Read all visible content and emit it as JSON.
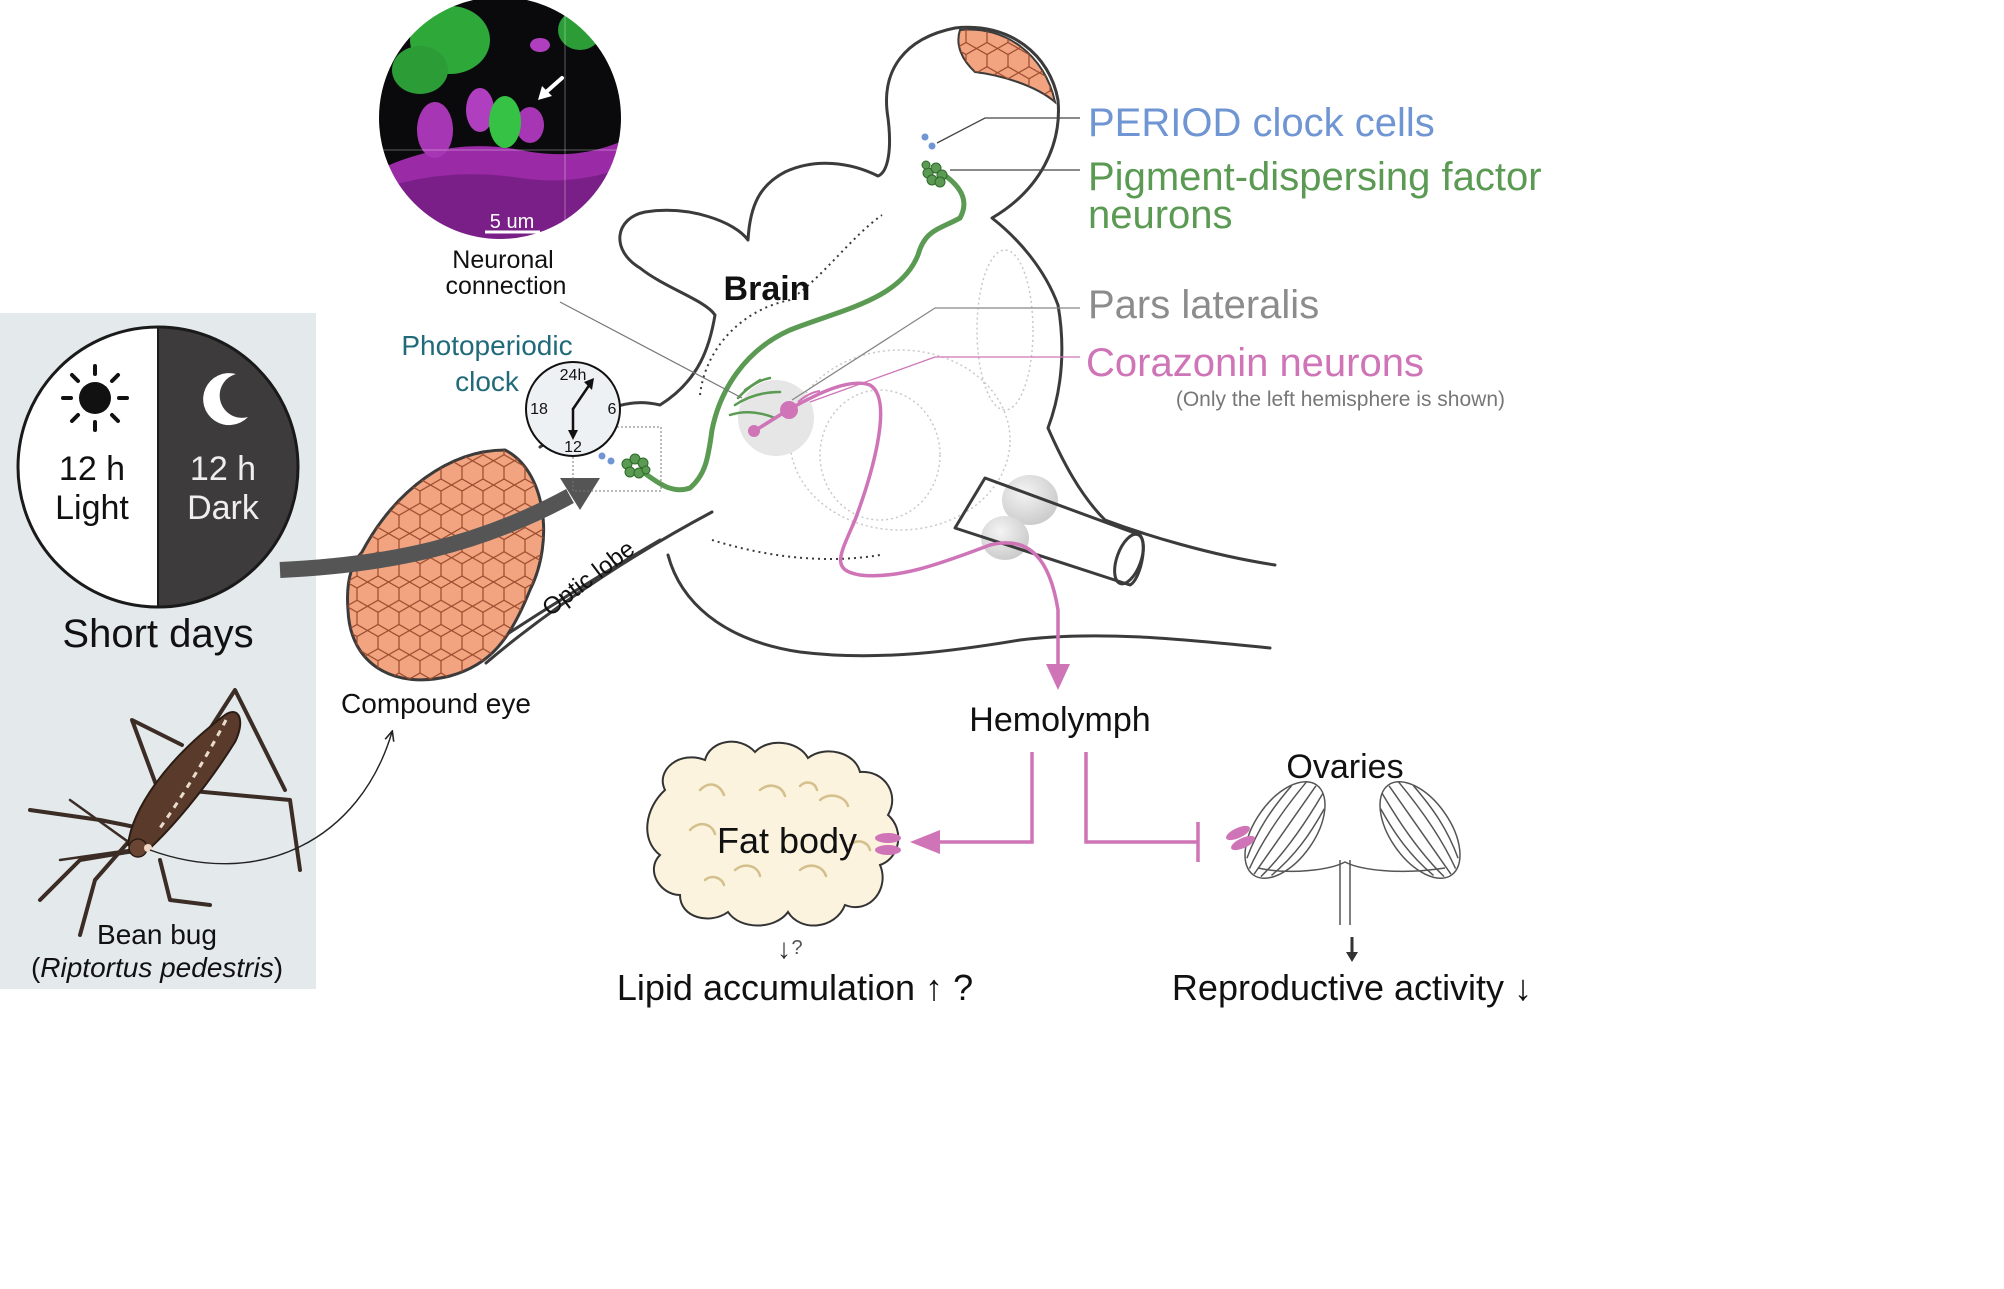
{
  "panel": {
    "light_hours": "12 h",
    "light_word": "Light",
    "dark_hours": "12 h",
    "dark_word": "Dark",
    "title": "Short days"
  },
  "bug": {
    "name": "Bean bug",
    "species_open": "(",
    "species": "Riptortus pedestris",
    "species_close": ")"
  },
  "micrograph": {
    "scale_label": "5 um",
    "caption_line1": "Neuronal",
    "caption_line2": "connection"
  },
  "clock": {
    "label_line1": "Photoperiodic",
    "label_line2": "clock",
    "tick_24": "24h",
    "tick_6": "6",
    "tick_12": "12",
    "tick_18": "18"
  },
  "brain": {
    "label": "Brain",
    "optic_lobe": "Optic lobe",
    "compound_eye": "Compound eye"
  },
  "legend": {
    "period": "PERIOD clock cells",
    "pdf_line1": "Pigment-dispersing factor",
    "pdf_line2": "neurons",
    "pars_lateralis": "Pars lateralis",
    "corazonin": "Corazonin neurons",
    "note": "(Only the left hemisphere is shown)"
  },
  "outputs": {
    "hemolymph": "Hemolymph",
    "fat_body": "Fat body",
    "ovaries": "Ovaries",
    "down_small": "↓",
    "question_small": "?",
    "lipid": "Lipid accumulation ↑ ?",
    "reproductive": "Reproductive activity ↓"
  },
  "colors": {
    "period_blue": "#6f95d3",
    "pdf_green": "#5a9a52",
    "pars_gray": "#8c8c8c",
    "corazonin_pink": "#cf74b7",
    "clock_teal": "#216a7a",
    "eye_orange": "#f2a37f",
    "panel_bg": "#e4e9ec",
    "dark_half": "#3d3b3b",
    "fat_body_fill": "#fbf3de"
  }
}
